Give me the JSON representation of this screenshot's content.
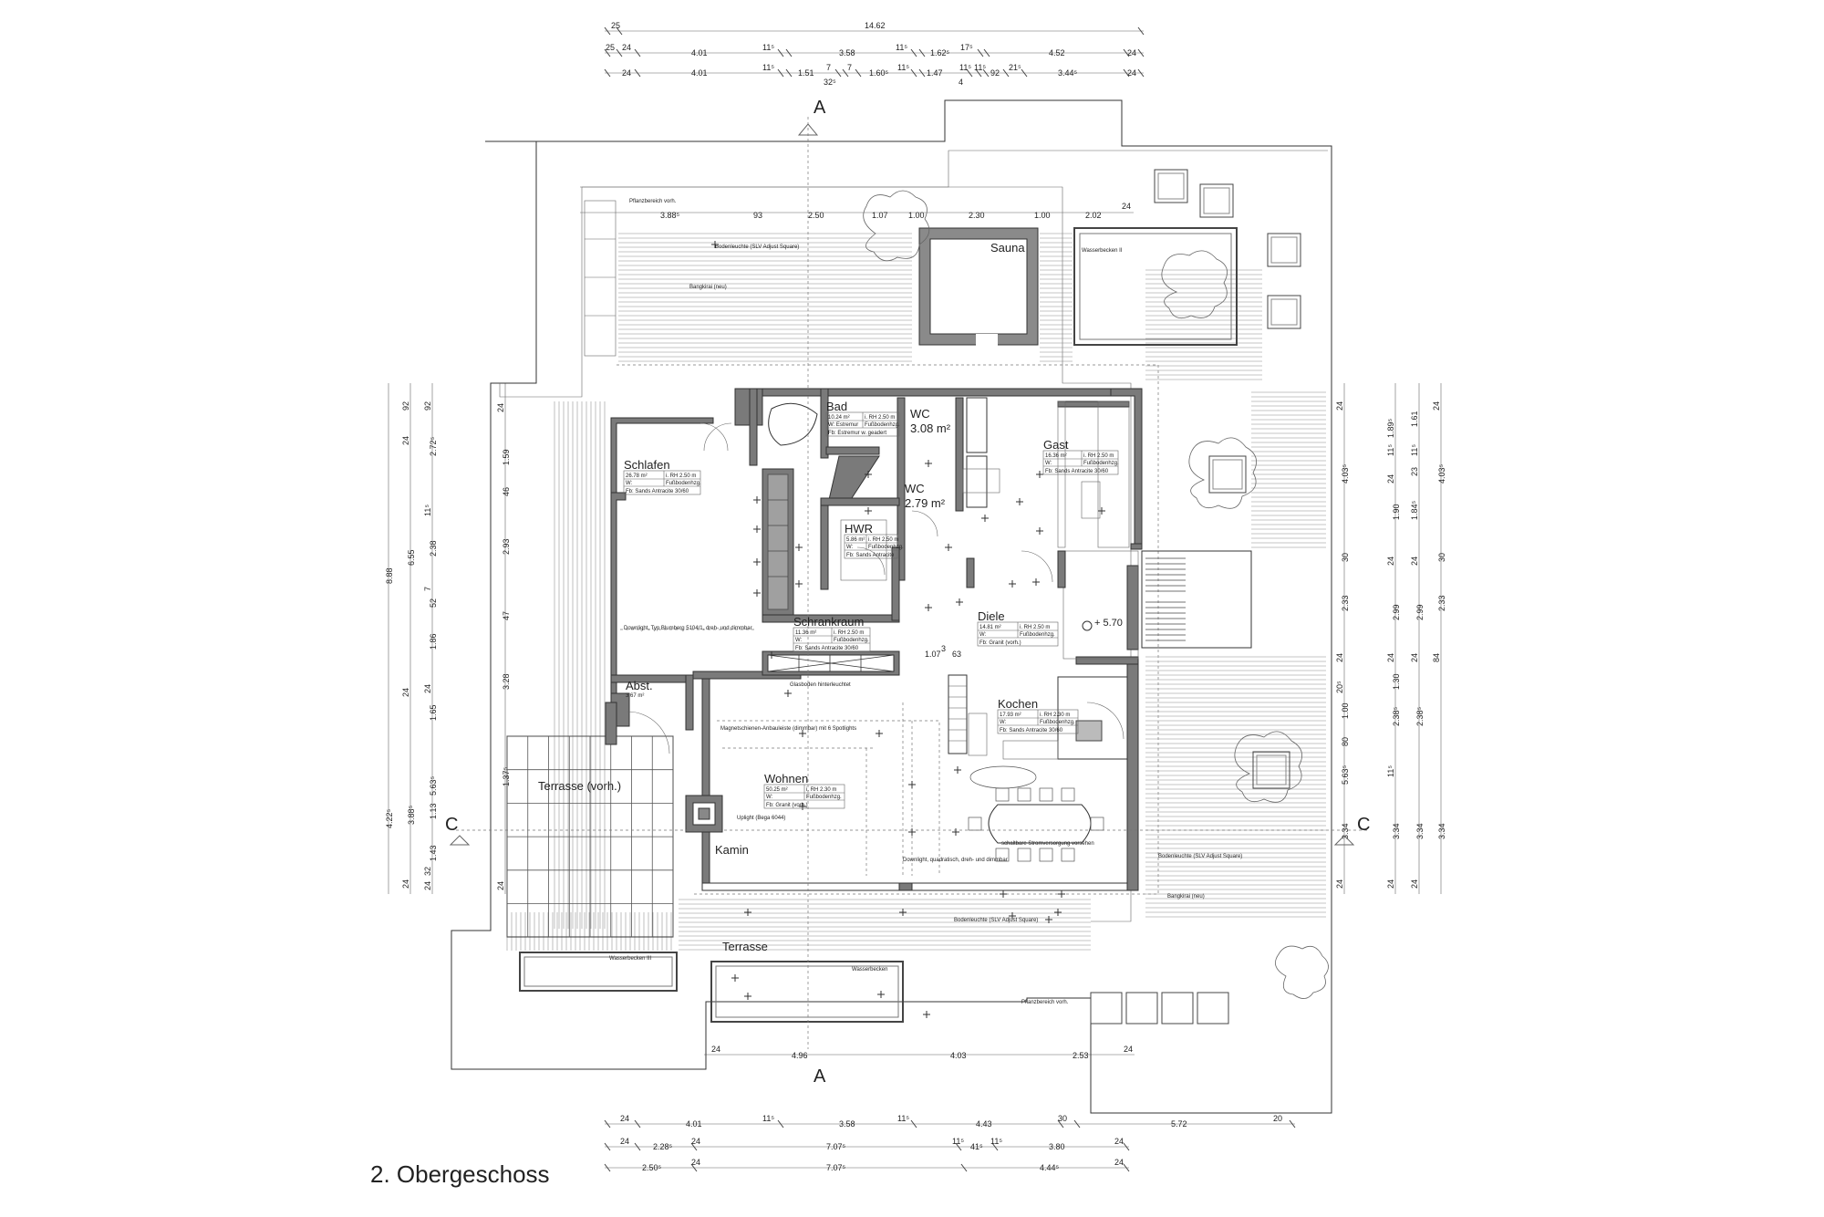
{
  "caption": "2. Obergeschoss",
  "section_marks": {
    "a_top": "A",
    "a_bottom": "A",
    "c_left": "C",
    "c_right": "C"
  },
  "rooms": {
    "sauna": "Sauna",
    "wasserbecken_ii": "Wasserbecken II",
    "wasserbecken_iii": "Wasserbecken III",
    "wasserbecken": "Wasserbecken",
    "bad": "Bad",
    "wc1": "WC",
    "wc1_area": "3.08 m²",
    "wc2": "WC",
    "wc2_area": "2.79 m²",
    "gast": "Gast",
    "schlafen": "Schlafen",
    "hwr": "HWR",
    "schrankraum": "Schrankraum",
    "diele": "Diele",
    "abst": "Abst.",
    "abst_area": "3.67 m²",
    "kochen": "Kochen",
    "wohnen": "Wohnen",
    "kamin": "Kamin",
    "terrasse_vorh": "Terrasse (vorh.)",
    "terrasse": "Terrasse",
    "level": "+ 5.70"
  },
  "notes": {
    "pflanzbereich_top": "Pflanzbereich vorh.",
    "bodenleuchte_top": "Bodenleuchte (SLV Adjust Square)",
    "bangkirai_top": "Bangkirai (neu)",
    "bangkirai_right": "Bangkirai (neu)",
    "bodenleuchte_right": "Bodenleuchte (SLV Adjust Square)",
    "bodenleuchte_bottom": "Bodenleuchte (SLV Adjust Square)",
    "pflanzbereich_bottom": "Pflanzbereich vorh.",
    "kamin_uplight": "Uplight (Bega 6044)",
    "downlight_wohnen": "Downlight, quadratisch, dreh- und dimmbar",
    "downlight_schlafen": "Downlight, Typ Blumberg 5104/1, dreh- und dimmbar",
    "glasboden": "Glasboden hinterleuchtet",
    "magnetschiene": "Magnetschienen-Anbauleiste (dimmbar) mit 6 Spotlights",
    "tischleuchte": "schaltbare Stromversorgung vorsehen"
  },
  "room_data": {
    "bad": [
      "10.24 m²",
      "i. RH 2.50 m",
      "W: Estremur",
      "Fußbodenhzg.",
      "Fb: Estremur w. geadert"
    ],
    "gast": [
      "16.36 m²",
      "i. RH 2.50 m",
      "W:",
      "Fußbodenhzg.",
      "Fb: Sands Antracite 30/60"
    ],
    "schlafen": [
      "26.78 m²",
      "i. RH 2.50 m",
      "W:",
      "Fußbodenhzg.",
      "Fb: Sands Antracite 30/60"
    ],
    "hwr": [
      "5.86 m²",
      "i. RH 2.50 m",
      "W:",
      "Fußbodenhzg.",
      "Fb: Sands Antracite"
    ],
    "schrankraum": [
      "11.36 m²",
      "i. RH 2.50 m",
      "W:",
      "Fußbodenhzg.",
      "Fb: Sands Antracite 30/60"
    ],
    "diele": [
      "14.81 m²",
      "i. RH 2.50 m",
      "W:",
      "Fußbodenhzg.",
      "Fb: Granit (vorh.)"
    ],
    "kochen": [
      "17.93 m²",
      "i. RH 2.30 m",
      "W:",
      "Fußbodenhzg.",
      "Fb: Sands Antracite 30/60"
    ],
    "wohnen": [
      "50.25 m²",
      "i. RH 2.30 m",
      "W:",
      "Fußbodenhzg.",
      "Fb: Granit (vorh.)"
    ]
  },
  "dimensions": {
    "top1": [
      "25",
      "14.62"
    ],
    "top2": [
      "25",
      "24",
      "4.01",
      "11⁵",
      "3.58",
      "11⁵",
      "1.62⁵",
      "17⁵",
      "4.52",
      "24"
    ],
    "top3": [
      "24",
      "4.01",
      "11⁵",
      "1.51",
      "7",
      "7",
      "1.60⁵",
      "11⁵",
      "1.47",
      "11⁵",
      "11⁵",
      "92",
      "21⁵",
      "3.44⁵",
      "24"
    ],
    "top3_sub": [
      "32⁵",
      "4"
    ],
    "inner_top": [
      "3.88⁵",
      "93",
      "2.50",
      "1.07",
      "1.00",
      "2.30",
      "1.00",
      "2.02",
      "24"
    ],
    "bottom1": [
      "24",
      "4.01",
      "11⁵",
      "3.58",
      "11⁵",
      "4.43",
      "30",
      "5.72",
      "20"
    ],
    "bottom2": [
      "24",
      "2.28⁵",
      "24",
      "7.07⁵",
      "11⁵",
      "41⁵",
      "11⁵",
      "3.80",
      "24"
    ],
    "bottom3": [
      "2.50⁵",
      "24",
      "7.07⁵",
      "4.44⁵",
      "24"
    ],
    "inner_bottom": [
      "24",
      "4.96",
      "4.03",
      "2.53",
      "24"
    ],
    "left1": [
      "8.88",
      "4.22⁵"
    ],
    "left2": [
      "92",
      "24",
      "6.55",
      "24",
      "3.88⁵",
      "24"
    ],
    "left3": [
      "92",
      "2.72⁵",
      "11⁵",
      "2.38",
      "52",
      "7",
      "1.86",
      "24",
      "1.65",
      "5.63⁵",
      "1.13",
      "1.43",
      "32",
      "24"
    ],
    "left4": [
      "24",
      "1.59",
      "46",
      "2.93",
      "47",
      "3.28",
      "1.37⁵",
      "24"
    ],
    "right1": [
      "24",
      "4.03⁵",
      "30",
      "2.33",
      "24",
      "20⁵",
      "1.00",
      "80",
      "5.63⁵",
      "3.34",
      "24"
    ],
    "right2": [
      "1.89⁵",
      "11⁵",
      "24",
      "1.90",
      "24",
      "2.99",
      "24",
      "1.30",
      "2.38⁵",
      "11⁵",
      "3.34",
      "24"
    ],
    "right3": [
      "1.61",
      "11⁵",
      "23",
      "1.84⁵",
      "24",
      "2.99",
      "24",
      "2.38⁵",
      "3.34",
      "24"
    ],
    "right4": [
      "24",
      "4.03⁵",
      "30",
      "2.33",
      "84",
      "3.34"
    ],
    "stair": [
      "1.07",
      "3",
      "63"
    ]
  }
}
